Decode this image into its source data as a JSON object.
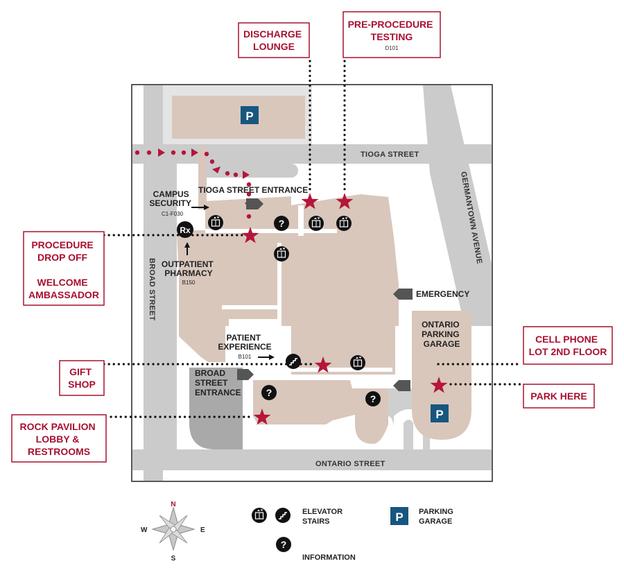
{
  "colors": {
    "accent": "#a8102f",
    "building": "#d9c6bb",
    "street": "#c8c8c8",
    "parking": "#17577f",
    "arrow": "#555555"
  },
  "streets": {
    "tioga": "TIOGA STREET",
    "germantown": "GERMANTOWN AVENUE",
    "broad": "BROAD STREET",
    "ontario": "ONTARIO STREET"
  },
  "labels": {
    "tioga_entrance": "TIOGA STREET ENTRANCE",
    "campus_security": [
      "CAMPUS",
      "SECURITY"
    ],
    "campus_security_room": "C1-F030",
    "outpatient_pharmacy": [
      "OUTPATIENT",
      "PHARMACY"
    ],
    "outpatient_pharmacy_room": "B150",
    "patient_experience": [
      "PATIENT",
      "EXPERIENCE"
    ],
    "patient_experience_room": "B101",
    "broad_entrance": [
      "BROAD",
      "STREET",
      "ENTRANCE"
    ],
    "emergency": "EMERGENCY",
    "ontario_garage": [
      "ONTARIO",
      "PARKING",
      "GARAGE"
    ]
  },
  "callouts": {
    "discharge_lounge": [
      "DISCHARGE",
      "LOUNGE"
    ],
    "pre_procedure": [
      "PRE-PROCEDURE",
      "TESTING"
    ],
    "pre_procedure_room": "D101",
    "procedure_drop_off": [
      "PROCEDURE",
      "DROP OFF"
    ],
    "welcome_ambassador": [
      "WELCOME",
      "AMBASSADOR"
    ],
    "gift_shop": [
      "GIFT",
      "SHOP"
    ],
    "rock_pavilion": [
      "ROCK PAVILION",
      "LOBBY &",
      "RESTROOMS"
    ],
    "cell_phone_lot": [
      "CELL PHONE",
      "LOT 2ND FLOOR"
    ],
    "park_here": "PARK HERE"
  },
  "icons": {
    "parking_letter": "P",
    "info_letter": "?",
    "pharmacy_letter": "Rx"
  },
  "legend": {
    "elevator_stairs": [
      "ELEVATOR",
      "STAIRS"
    ],
    "information": "INFORMATION",
    "parking_garage": [
      "PARKING",
      "GARAGE"
    ],
    "parking_letter": "P",
    "info_letter": "?"
  },
  "compass": {
    "n": "N",
    "s": "S",
    "e": "E",
    "w": "W"
  }
}
